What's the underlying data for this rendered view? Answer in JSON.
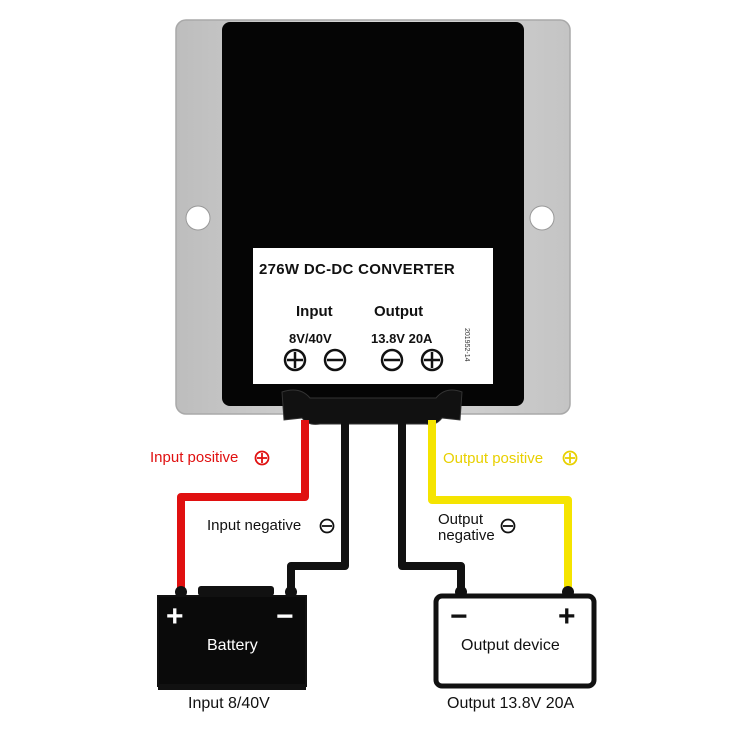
{
  "converter": {
    "title": "276W DC-DC CONVERTER",
    "input_heading": "Input",
    "output_heading": "Output",
    "input_spec": "8V/40V",
    "output_spec": "13.8V 20A",
    "serial": "201952-14"
  },
  "wires": {
    "input_positive": "Input positive",
    "input_negative": "Input negative",
    "output_positive": "Output positive",
    "output_negative_line1": "Output",
    "output_negative_line2": "negative"
  },
  "battery": {
    "label": "Battery",
    "plus": "+",
    "minus": "−",
    "caption": "Input 8/40V"
  },
  "output_device": {
    "label": "Output device",
    "plus": "+",
    "minus": "−",
    "caption": "Output 13.8V 20A"
  },
  "colors": {
    "positive_input": "#e01010",
    "positive_output": "#f5e400",
    "negative": "#111111",
    "label_output_positive": "#e8d000",
    "housing": "#c9c9c9",
    "body": "#050505"
  }
}
